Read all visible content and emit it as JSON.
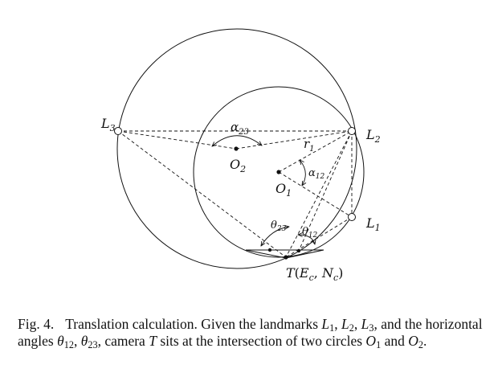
{
  "diagram": {
    "landmarks": {
      "L1": "L",
      "L1_sub": "1",
      "L2": "L",
      "L2_sub": "2",
      "L3": "L",
      "L3_sub": "3"
    },
    "centers": {
      "O1": "O",
      "O1_sub": "1",
      "O2": "O",
      "O2_sub": "2"
    },
    "radius": {
      "r": "r",
      "r_sub": "1"
    },
    "angles": {
      "alpha12": "α",
      "alpha12_sub": "12",
      "alpha23": "α",
      "alpha23_sub": "23",
      "theta12": "θ",
      "theta12_sub": "12",
      "theta23": "θ",
      "theta23_sub": "23"
    },
    "camera": {
      "T": "T",
      "open": "(",
      "E": "E",
      "E_sub": "c",
      "comma": ", ",
      "N": "N",
      "N_sub": "c",
      "close": ")"
    }
  },
  "caption": {
    "fig": "Fig. 4.",
    "t1": "Translation calculation. Given the landmarks ",
    "L": "L",
    "s1": "1",
    "c1": ", ",
    "s2": "2",
    "c2": ", ",
    "s3": "3",
    "t2": ", and the horizontal angles ",
    "theta": "θ",
    "th12": "12",
    "c3": ", ",
    "th23": "23",
    "t3": ", camera ",
    "T": "T",
    "t4": " sits at the intersection of two circles ",
    "O": "O",
    "o1": "1",
    "t5": " and ",
    "o2": "2",
    "t6": "."
  }
}
